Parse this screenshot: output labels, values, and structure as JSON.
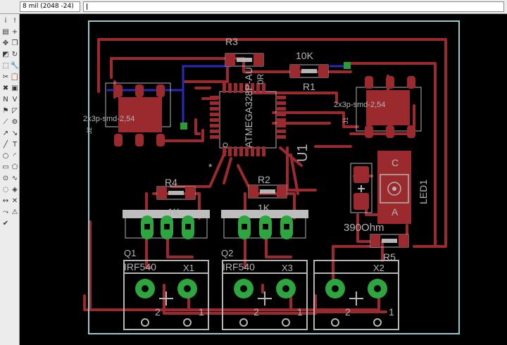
{
  "toolbar": {
    "coordinate_readout": "8 mil (2048 -24)",
    "command_value": ""
  },
  "tools": [
    {
      "name": "info-icon",
      "glyph": "i"
    },
    {
      "name": "show-icon",
      "glyph": "!"
    },
    {
      "name": "display-layers-icon",
      "glyph": "▤"
    },
    {
      "name": "mark-icon",
      "glyph": "+"
    },
    {
      "name": "move-icon",
      "glyph": "✥"
    },
    {
      "name": "copy-icon",
      "glyph": "❐"
    },
    {
      "name": "mirror-icon",
      "glyph": "◩"
    },
    {
      "name": "rotate-icon",
      "glyph": "↻"
    },
    {
      "name": "group-icon",
      "glyph": "⬚"
    },
    {
      "name": "change-icon",
      "glyph": "🔧"
    },
    {
      "name": "cut-icon",
      "glyph": "✂"
    },
    {
      "name": "paste-icon",
      "glyph": "📋"
    },
    {
      "name": "delete-icon",
      "glyph": "✖"
    },
    {
      "name": "add-icon",
      "glyph": "▣"
    },
    {
      "name": "name-icon",
      "glyph": "N"
    },
    {
      "name": "value-icon",
      "glyph": "V"
    },
    {
      "name": "smash-icon",
      "glyph": "⚑"
    },
    {
      "name": "miter-icon",
      "glyph": "◸"
    },
    {
      "name": "split-icon",
      "glyph": "⟋"
    },
    {
      "name": "optimize-icon",
      "glyph": "⚙"
    },
    {
      "name": "route-icon",
      "glyph": "↗"
    },
    {
      "name": "ripup-icon",
      "glyph": "↘"
    },
    {
      "name": "wire-icon",
      "glyph": "╱"
    },
    {
      "name": "text-icon",
      "glyph": "T"
    },
    {
      "name": "circle-icon",
      "glyph": "○"
    },
    {
      "name": "arc-icon",
      "glyph": "◜"
    },
    {
      "name": "rect-icon",
      "glyph": "▭"
    },
    {
      "name": "polygon-icon",
      "glyph": "⬠"
    },
    {
      "name": "via-icon",
      "glyph": "⊙"
    },
    {
      "name": "signal-icon",
      "glyph": "∿"
    },
    {
      "name": "hole-icon",
      "glyph": "◌"
    },
    {
      "name": "attribute-icon",
      "glyph": "◈"
    },
    {
      "name": "dimension-icon",
      "glyph": "↔"
    },
    {
      "name": "ratsnest-icon",
      "glyph": "✕"
    },
    {
      "name": "autorouter-icon",
      "glyph": "⤳"
    },
    {
      "name": "erc-icon",
      "glyph": "⚠"
    },
    {
      "name": "drc-icon",
      "glyph": "✔"
    }
  ],
  "board": {
    "components": [
      {
        "name": "r3-label",
        "text": "R3"
      },
      {
        "name": "r1-value-label",
        "text": "10K"
      },
      {
        "name": "r1-label",
        "text": "R1"
      },
      {
        "name": "j2-package-label",
        "text": "2x3p-smd-2,54"
      },
      {
        "name": "j2-label",
        "text": "J2"
      },
      {
        "name": "j1-package-label",
        "text": "2x3p-smd-2,54"
      },
      {
        "name": "j1-label",
        "text": "J1"
      },
      {
        "name": "atmega-label",
        "text": "ATMEGA328P-AU"
      },
      {
        "name": "u1-label",
        "text": "U1"
      },
      {
        "name": "r3-value-label",
        "text": "0R"
      },
      {
        "name": "c-label",
        "text": "C"
      },
      {
        "name": "a-label",
        "text": "A"
      },
      {
        "name": "led1-label",
        "text": "LED1"
      },
      {
        "name": "r4-label",
        "text": "R4"
      },
      {
        "name": "r4-value-label",
        "text": "1K"
      },
      {
        "name": "r2-label",
        "text": "R2"
      },
      {
        "name": "r2-value-label",
        "text": "1K"
      },
      {
        "name": "r5-value-label",
        "text": "390Ohm"
      },
      {
        "name": "r5-label",
        "text": "R5"
      },
      {
        "name": "q1-label",
        "text": "Q1"
      },
      {
        "name": "q1-value-label",
        "text": "IRF540"
      },
      {
        "name": "x1-label",
        "text": "X1"
      },
      {
        "name": "q2-label",
        "text": "Q2"
      },
      {
        "name": "q2-value-label",
        "text": "IRF540"
      },
      {
        "name": "x3-label",
        "text": "X3"
      },
      {
        "name": "x2-label",
        "text": "X2"
      },
      {
        "name": "x1-pin2-label",
        "text": "2"
      },
      {
        "name": "x1-pin1-label",
        "text": "1"
      },
      {
        "name": "x3-pin2-label",
        "text": "2"
      },
      {
        "name": "x3-pin1-label",
        "text": "1"
      },
      {
        "name": "x2-pin2-label",
        "text": "2"
      },
      {
        "name": "x2-pin1-label",
        "text": "1"
      }
    ]
  },
  "colors": {
    "background": "#000000",
    "outline": "#8ecccf",
    "top_copper": "#9b2a2f",
    "bottom_copper": "#2b2ab6",
    "silk": "#b5b5b5",
    "via": "#2b9c35",
    "pad": "#2ea640"
  }
}
